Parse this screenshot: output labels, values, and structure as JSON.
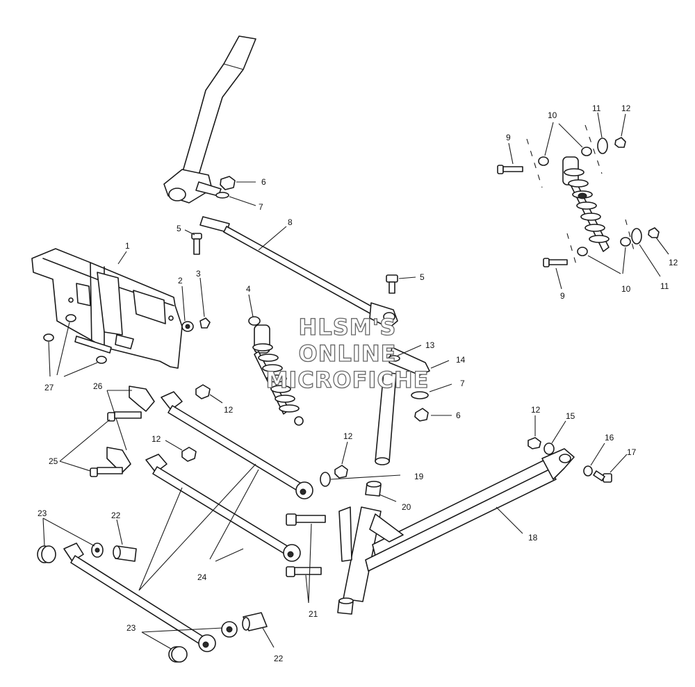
{
  "watermark": {
    "line1": "HLSM'S",
    "line2": "ONLINE",
    "line3": "MICROFICHE"
  },
  "callouts": {
    "c1": "1",
    "c2": "2",
    "c3": "3",
    "c4": "4",
    "c5a": "5",
    "c5b": "5",
    "c6a": "6",
    "c6b": "6",
    "c7a": "7",
    "c7b": "7",
    "c8": "8",
    "c9a": "9",
    "c9b": "9",
    "c10a": "10",
    "c10b": "10",
    "c11a": "11",
    "c11b": "11",
    "c12a": "12",
    "c12b": "12",
    "c12c": "12",
    "c12d": "12",
    "c12e": "12",
    "c12f": "12",
    "c13": "13",
    "c14": "14",
    "c15": "15",
    "c16": "16",
    "c17": "17",
    "c18": "18",
    "c19": "19",
    "c20": "20",
    "c21": "21",
    "c22a": "22",
    "c22b": "22",
    "c23a": "23",
    "c23b": "23",
    "c24": "24",
    "c25": "25",
    "c26": "26",
    "c27": "27"
  }
}
